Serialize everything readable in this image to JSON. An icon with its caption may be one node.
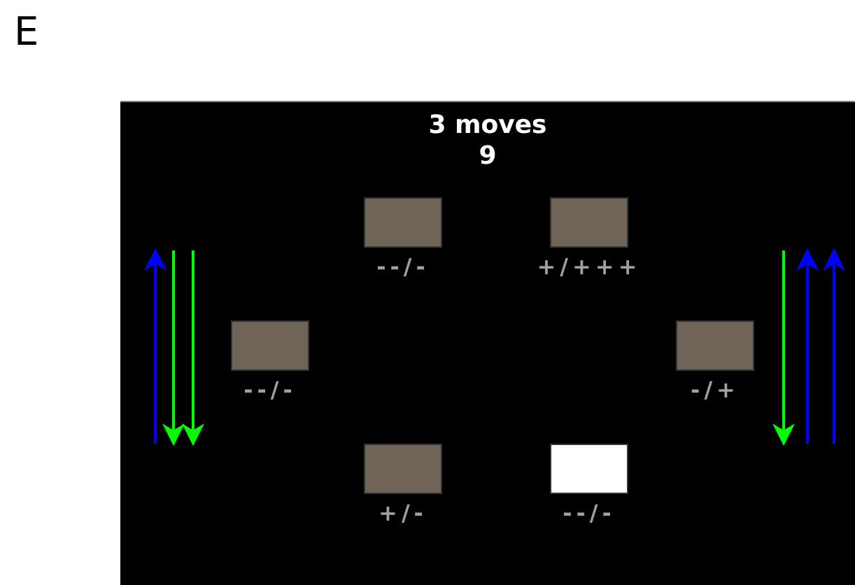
{
  "diagram": {
    "nodes": [
      {
        "text": [
          "3 moves",
          "9"
        ]
      },
      {
        "text": [],
        "shape": "box",
        "in": 0,
        "beside": [
          "--/-"
        ]
      },
      {
        "text": [],
        "shape": "box",
        "in": 0,
        "beside": [
          "+/+++"
        ]
      },
      {
        "text": [],
        "shape": "box",
        "in": 0,
        "beside": [
          "--/-"
        ]
      },
      {
        "text": [],
        "shape": "box",
        "in": 0,
        "beside": [
          "-/+"
        ]
      },
      {
        "text": [],
        "shape": "box",
        "in": 0,
        "beside": [
          "+/-"
        ]
      },
      {
        "text": [],
        "shape": "box",
        "in": 0,
        "beside": [
          "--/-"
        ]
      }
    ],
    "labels": [
      "E"
    ]
  }
}
